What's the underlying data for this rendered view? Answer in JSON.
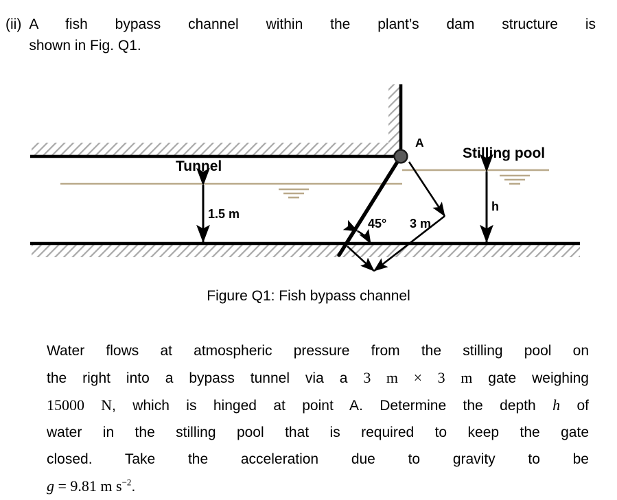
{
  "question": {
    "marker": "(ii)",
    "line1": "A fish bypass channel within the plant’s dam structure is",
    "line2": "shown in Fig. Q1."
  },
  "figure": {
    "caption": "Figure Q1: Fish bypass channel",
    "labels": {
      "tunnel": "Tunnel",
      "stilling_pool": "Stilling pool",
      "tunnel_depth": "1.5 m",
      "pool_depth": "h",
      "gate_angle": "45°",
      "gate_length": "3 m",
      "hinge_point": "A"
    },
    "colors": {
      "water_line": "#b9a98a",
      "structure": "#000000",
      "hatch": "#a8a8a8",
      "hinge_fill": "#5a5a5a"
    }
  },
  "problem": {
    "line1_a": "Water flows at atmospheric pressure from the stilling pool on",
    "line2_a": "the right into a bypass tunnel via a ",
    "line2_math1": "3 m × 3 m",
    "line2_b": " gate weighing",
    "line3_math1": "15000 N",
    "line3_a": ", which is hinged at point A. Determine the depth ",
    "line3_math2": "h",
    "line3_b": " of",
    "line4_a": "water in the stilling pool that is required to keep the gate",
    "line5_a": "closed. Take the acceleration due to gravity to be",
    "line6_math_var": "g",
    "line6_math_eq": " = 9.81 m s",
    "line6_math_exp": "−2",
    "line6_period": "."
  }
}
